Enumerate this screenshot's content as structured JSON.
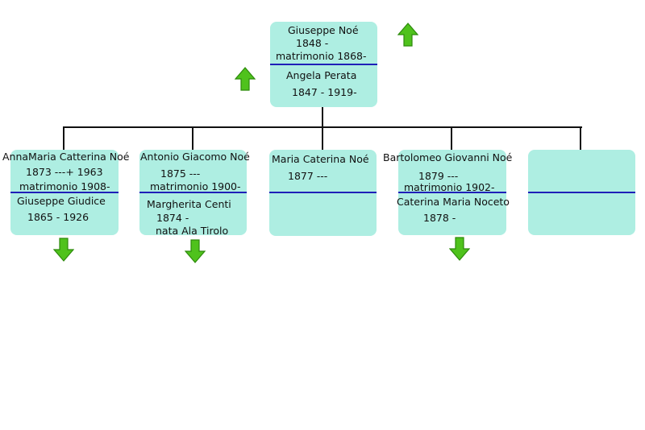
{
  "root": {
    "name": "Giuseppe Noé",
    "years": "1848 -",
    "marriage": "matrimonio 1868-",
    "spouse_name": "Angela Perata",
    "spouse_years": "1847 - 1919-"
  },
  "children": [
    {
      "name": "AnnaMaria Catterina Noé",
      "years": "1873 ---+ 1963",
      "marriage": "matrimonio 1908-",
      "spouse_name": "Giuseppe Giudice",
      "spouse_years": "1865 - 1926"
    },
    {
      "name": "Antonio Giacomo Noé",
      "years": "1875 ---",
      "marriage": "matrimonio 1900-",
      "spouse_name": "Margherita Centi",
      "spouse_years": "1874 -",
      "spouse_note": "nata Ala Tirolo"
    },
    {
      "name": "Maria Caterina Noé",
      "years": "1877 ---"
    },
    {
      "name": "Bartolomeo Giovanni Noé",
      "years": "1879 ---",
      "marriage": "matrimonio 1902-",
      "spouse_name": "Caterina Maria Noceto",
      "spouse_years": "1878 -"
    },
    {}
  ],
  "icons": {
    "up": "arrow-up-icon",
    "down": "arrow-down-icon"
  },
  "colors": {
    "box": "#aeeee2",
    "separator": "#1f1fb8",
    "arrow": "#4fc21c"
  }
}
